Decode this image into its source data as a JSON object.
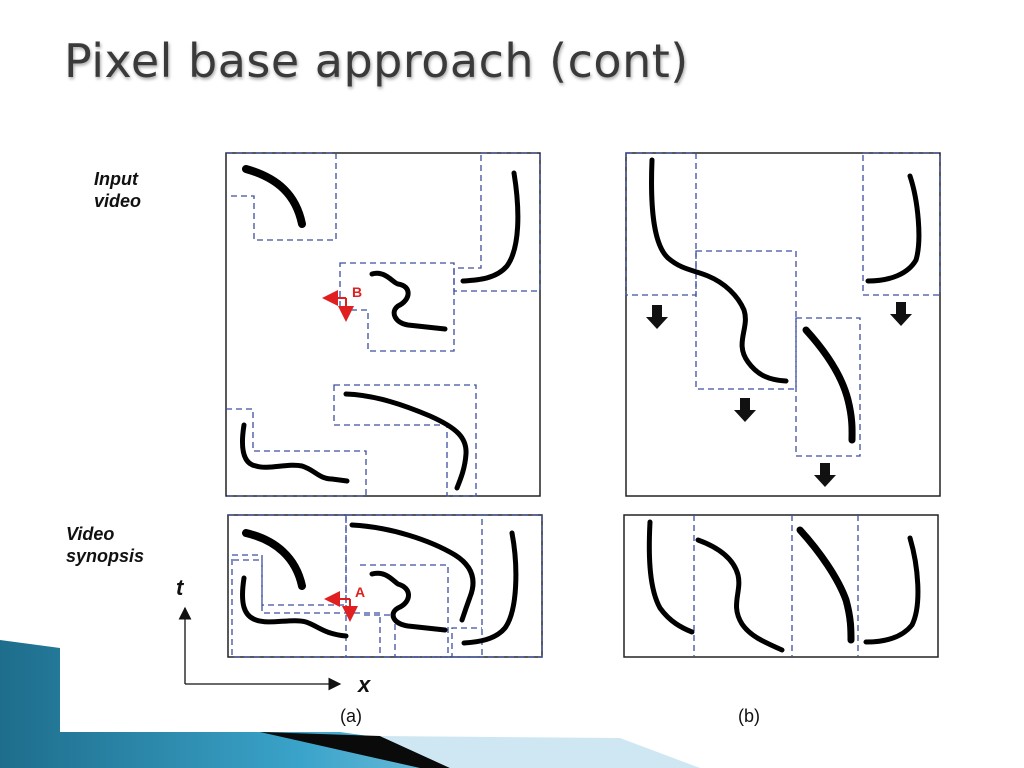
{
  "slide": {
    "title": "Pixel base approach (cont)"
  },
  "figure": {
    "labels": {
      "input_video_line1": "Input",
      "input_video_line2": "video",
      "video_synopsis_line1": "Video",
      "video_synopsis_line2": "synopsis",
      "axis_t": "t",
      "axis_x": "x",
      "marker_b": "B",
      "marker_a": "A",
      "caption_a": "(a)",
      "caption_b": "(b)"
    },
    "colors": {
      "frame": "#222222",
      "dashed_box": "#3c4fa0",
      "trajectory": "#000000",
      "marker": "#e02020"
    }
  }
}
